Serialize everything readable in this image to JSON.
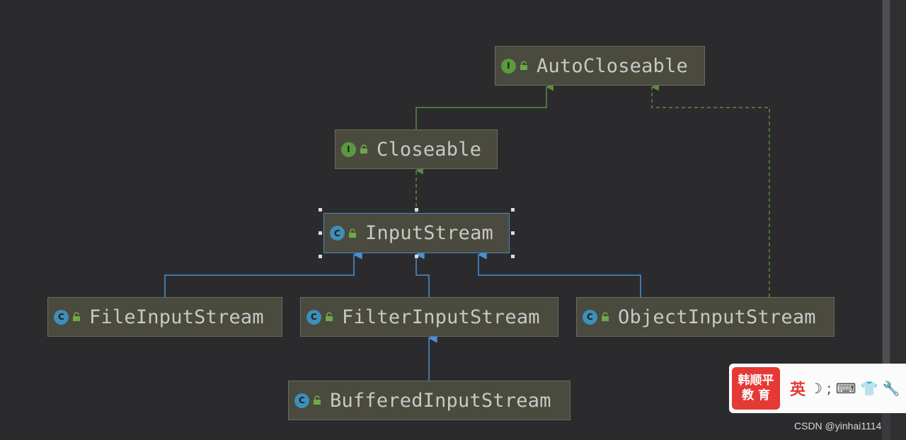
{
  "diagram": {
    "nodes": [
      {
        "id": "autocloseable",
        "label": "AutoCloseable",
        "kind": "interface",
        "badge": "I"
      },
      {
        "id": "closeable",
        "label": "Closeable",
        "kind": "interface",
        "badge": "I"
      },
      {
        "id": "inputstream",
        "label": "InputStream",
        "kind": "class",
        "badge": "C",
        "selected": true
      },
      {
        "id": "fileinputstream",
        "label": "FileInputStream",
        "kind": "class",
        "badge": "C"
      },
      {
        "id": "filterinputstream",
        "label": "FilterInputStream",
        "kind": "class",
        "badge": "C"
      },
      {
        "id": "objectinputstream",
        "label": "ObjectInputStream",
        "kind": "class",
        "badge": "C"
      },
      {
        "id": "bufferedinputstream",
        "label": "BufferedInputStream",
        "kind": "class",
        "badge": "C"
      }
    ],
    "edges": [
      {
        "from": "closeable",
        "to": "autocloseable",
        "type": "extends-interface"
      },
      {
        "from": "objectinputstream",
        "to": "autocloseable",
        "type": "implements"
      },
      {
        "from": "inputstream",
        "to": "closeable",
        "type": "implements"
      },
      {
        "from": "fileinputstream",
        "to": "inputstream",
        "type": "extends"
      },
      {
        "from": "filterinputstream",
        "to": "inputstream",
        "type": "extends"
      },
      {
        "from": "objectinputstream",
        "to": "inputstream",
        "type": "extends"
      },
      {
        "from": "bufferedinputstream",
        "to": "filterinputstream",
        "type": "extends"
      }
    ],
    "colors": {
      "interface_edge": "#5d8a3f",
      "class_edge": "#4a8fd8",
      "node_bg": "#4a4a3f",
      "selected_border": "#4a88c7"
    }
  },
  "ime": {
    "logo_line1": "韩顺平",
    "logo_line2": "教 育",
    "lang": "英",
    "icons": [
      "moon-icon",
      "punctuation-icon",
      "keyboard-icon",
      "shirt-icon",
      "wrench-icon"
    ]
  },
  "watermark": "CSDN @yinhai1114"
}
